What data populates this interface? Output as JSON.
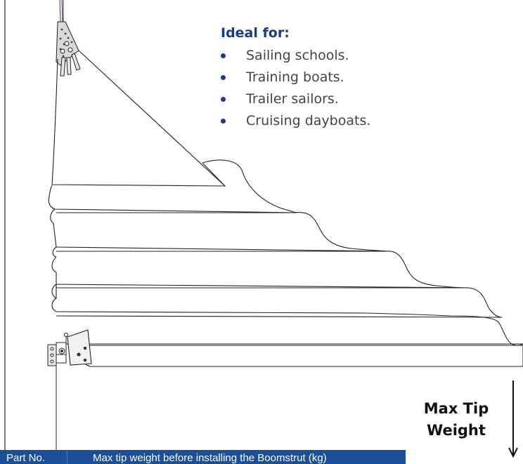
{
  "ideal_for": {
    "title": "Ideal for:",
    "items": [
      "Sailing schools.",
      "Training boats.",
      "Trailer sailors.",
      "Cruising dayboats."
    ]
  },
  "max_tip_weight": {
    "line1": "Max Tip",
    "line2": "Weight"
  },
  "table": {
    "headers": [
      "Part No.",
      "Max tip weight before installing the Boomstrut (kg)"
    ]
  },
  "colors": {
    "accent": "#1a3b8a",
    "table_header_bg": "#1c4f9a",
    "line": "#222222"
  },
  "icons": {
    "arrow": "down-arrow-icon"
  }
}
